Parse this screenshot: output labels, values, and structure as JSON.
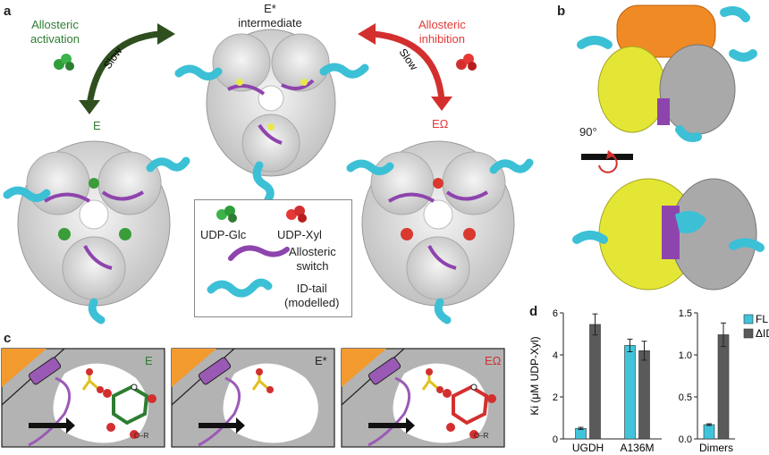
{
  "panels": {
    "a": "a",
    "b": "b",
    "c": "c",
    "d": "d"
  },
  "panel_a": {
    "activation_label_1": "Allosteric",
    "activation_label_2": "activation",
    "inhibition_label_1": "Allosteric",
    "inhibition_label_2": "inhibition",
    "estar_label": "E*",
    "intermediate_label": "intermediate",
    "slow_left": "Slow",
    "slow_right": "Slow",
    "e_label": "E",
    "eomega_label": "EΩ",
    "legend": {
      "udp_glc": "UDP-Glc",
      "udp_xyl": "UDP-Xyl",
      "switch_1": "Allosteric",
      "switch_2": "switch",
      "tail_1": "ID-tail",
      "tail_2": "(modelled)"
    },
    "colors": {
      "activation": "#2e7d32",
      "inhibition": "#e53935",
      "dark_green": "#2f4f1f",
      "red_arrow": "#d32f2f",
      "cyan": "#3cc0d6",
      "purple": "#8e44ad",
      "protein": "#d9d9d9"
    }
  },
  "panel_b": {
    "rotation_label": "90°",
    "colors": {
      "orange": "#f08a24",
      "yellow": "#e4e636",
      "grey": "#a9a9a9",
      "cyan": "#3cc0d6",
      "purple": "#8e44ad"
    }
  },
  "panel_c": {
    "states": [
      {
        "label": "E",
        "color": "#2e7d32"
      },
      {
        "label": "E*",
        "color": "#222222"
      },
      {
        "label": "EΩ",
        "color": "#d32f2f"
      }
    ],
    "or_label": "O–R",
    "colors": {
      "orange": "#f29a2e",
      "grey": "#b3b3b3",
      "purple": "#9b59b6",
      "yellow": "#e0c020"
    }
  },
  "chart_data": [
    {
      "type": "bar",
      "ylabel": "Ki (μM UDP-Xyl)",
      "ylim": [
        0,
        6
      ],
      "yticks": [
        "0",
        "2",
        "4",
        "6"
      ],
      "categories": [
        "UGDH",
        "A136M"
      ],
      "series": [
        {
          "name": "FL",
          "color": "#40c4dc",
          "values": [
            0.5,
            4.45
          ],
          "errors": [
            0.05,
            0.3
          ]
        },
        {
          "name": "ΔID",
          "color": "#5a5a5a",
          "values": [
            5.45,
            4.2
          ],
          "errors": [
            0.5,
            0.45
          ]
        }
      ]
    },
    {
      "type": "bar",
      "ylabel": "",
      "ylim": [
        0,
        1.5
      ],
      "yticks": [
        "0.0",
        "0.5",
        "1.0",
        "1.5"
      ],
      "categories": [
        "Dimers"
      ],
      "series": [
        {
          "name": "FL",
          "color": "#40c4dc",
          "values": [
            0.17
          ],
          "errors": [
            0.01
          ]
        },
        {
          "name": "ΔID",
          "color": "#5a5a5a",
          "values": [
            1.24
          ],
          "errors": [
            0.14
          ]
        }
      ],
      "legend": "top-right"
    }
  ]
}
